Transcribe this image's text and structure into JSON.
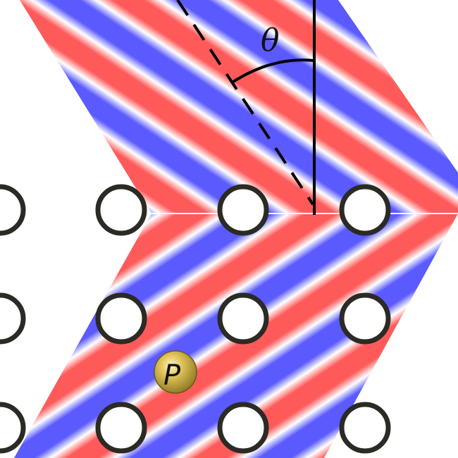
{
  "diagram": {
    "angle_label": "θ",
    "particle_label": "P",
    "colors": {
      "wave_red": "#ff5a5a",
      "wave_blue": "#5a5aff",
      "wave_white": "#ffffff",
      "atom_stroke": "#2b2a24",
      "line": "#000000",
      "particle_fill": "#c9ae3c"
    },
    "lattice": {
      "rows": 3,
      "columns": 4
    }
  }
}
